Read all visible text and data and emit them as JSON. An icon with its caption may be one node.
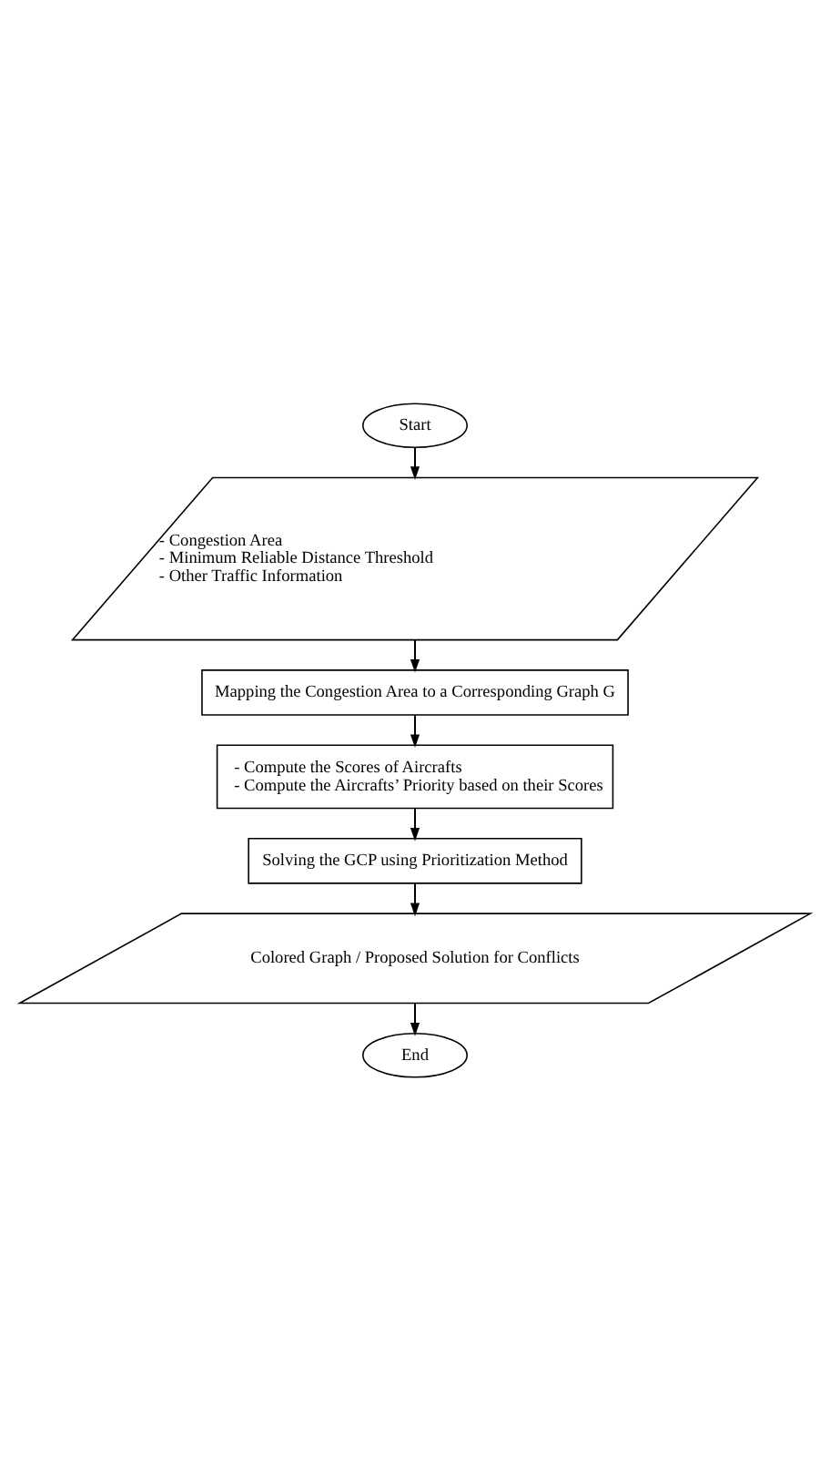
{
  "diagram": {
    "nodes": [
      {
        "text": [
          "Start"
        ]
      },
      {
        "text": [
          "- Congestion Area",
          "- Minimum Reliable Distance Threshold",
          "- Other Traffic Information"
        ]
      },
      {
        "text": [
          "Mapping the Congestion Area to a Corresponding Graph G"
        ]
      },
      {
        "text": [
          "- Compute the Scores of Aircrafts",
          "- Compute the Aircrafts’ Priority based on their Scores"
        ]
      },
      {
        "text": [
          "Solving the GCP using Prioritization Method"
        ]
      },
      {
        "text": [
          "Colored Graph / Proposed Solution for Conflicts"
        ]
      },
      {
        "text": [
          "End"
        ]
      }
    ],
    "edges": [
      {
        "from": 0,
        "to": 1,
        "arrow": "to"
      },
      {
        "from": 1,
        "to": 2,
        "arrow": "to"
      },
      {
        "from": 2,
        "to": 3,
        "arrow": "to"
      },
      {
        "from": 3,
        "to": 4,
        "arrow": "to"
      },
      {
        "from": 4,
        "to": 5,
        "arrow": "to"
      },
      {
        "from": 5,
        "to": 6,
        "arrow": "to"
      }
    ]
  }
}
